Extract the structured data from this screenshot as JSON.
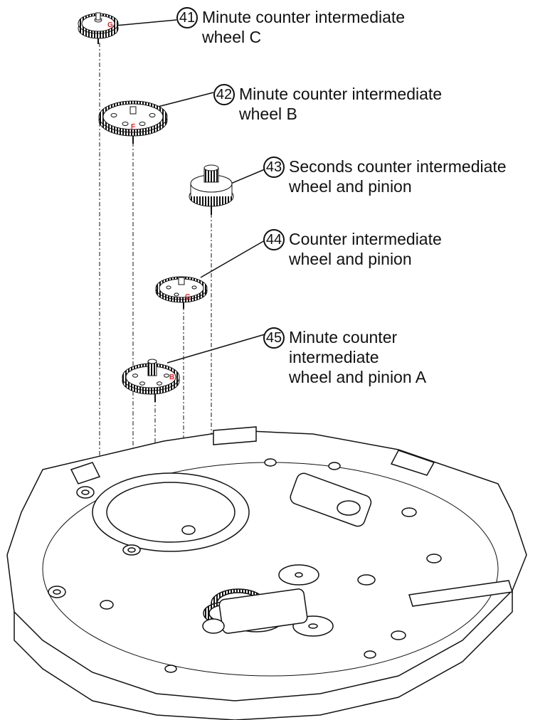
{
  "colors": {
    "line": "#111111",
    "part_letter": "#e0202a",
    "background": "#ffffff"
  },
  "callouts": [
    {
      "number": "41",
      "lines": [
        "Minute counter intermediate",
        "wheel C"
      ]
    },
    {
      "number": "42",
      "lines": [
        "Minute counter intermediate",
        "wheel B"
      ]
    },
    {
      "number": "43",
      "lines": [
        "Seconds counter intermediate",
        "wheel and pinion"
      ]
    },
    {
      "number": "44",
      "lines": [
        "Counter intermediate",
        "wheel and pinion"
      ]
    },
    {
      "number": "45",
      "lines": [
        "Minute counter",
        "intermediate",
        "wheel and pinion A"
      ]
    }
  ],
  "part_letters": {
    "wheel_c": "G",
    "wheel_b": "F",
    "wheel_44": "C",
    "wheel_45": "B"
  }
}
